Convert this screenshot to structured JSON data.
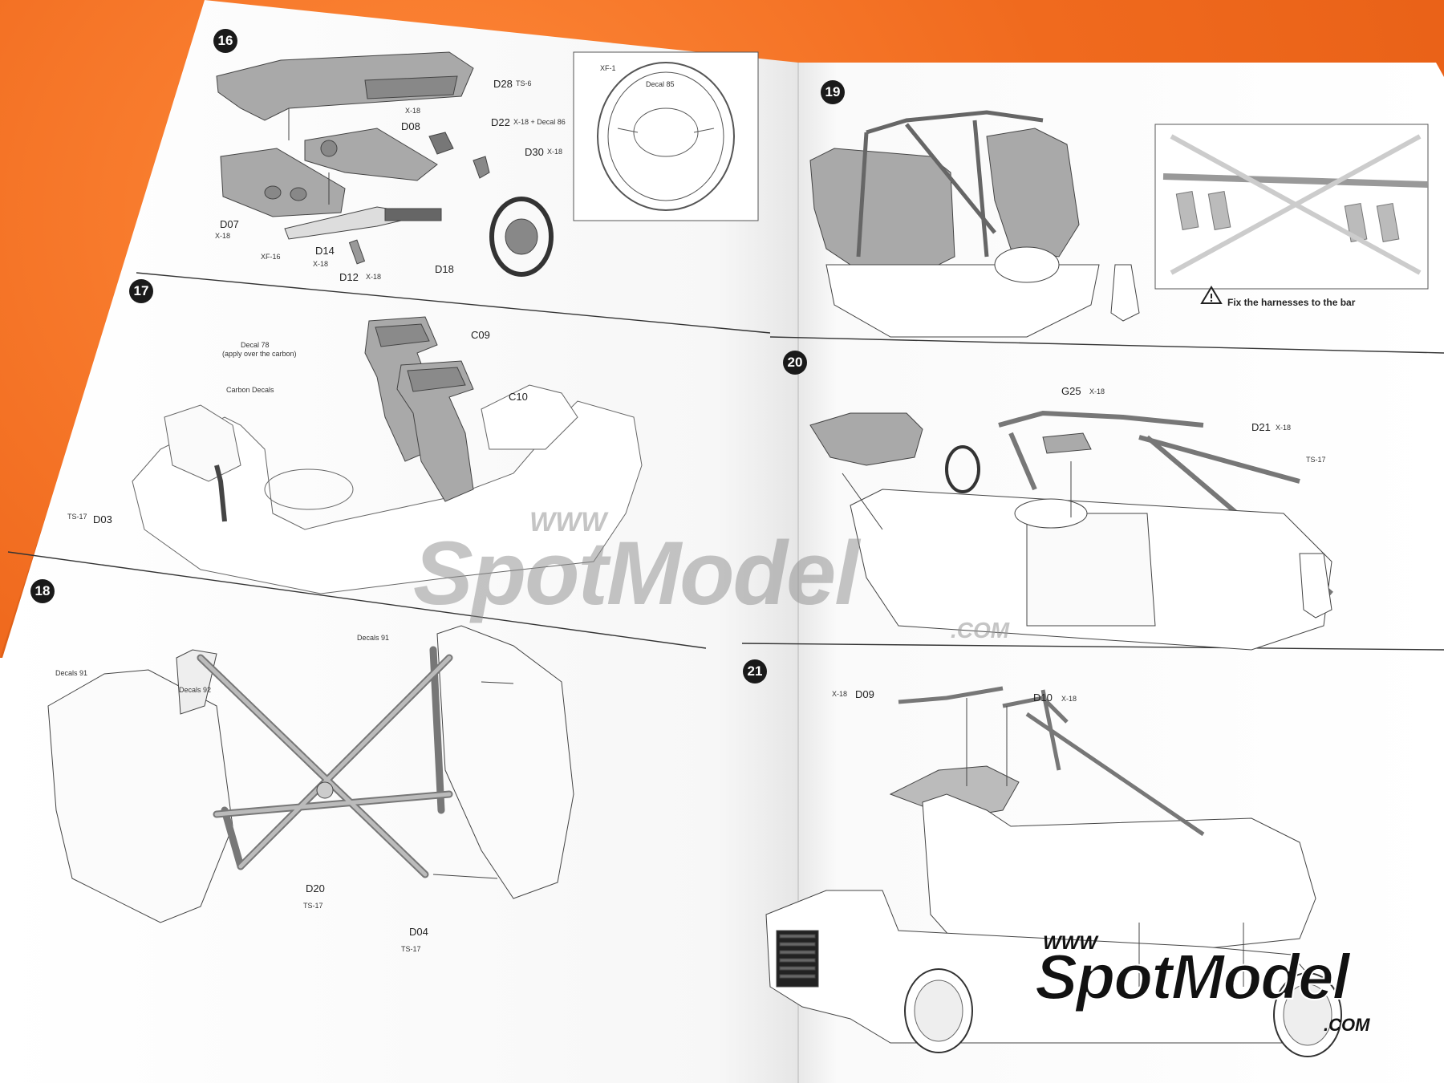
{
  "steps": {
    "s16": "16",
    "s17": "17",
    "s18": "18",
    "s19": "19",
    "s20": "20",
    "s21": "21"
  },
  "step16": {
    "parts": [
      "D28",
      "D08",
      "D22",
      "D30",
      "D07",
      "D14",
      "D12",
      "D18"
    ],
    "paints": [
      "TS-6",
      "X-18",
      "X-18 + Decal 86",
      "X-18",
      "X-18",
      "XF-16",
      "X-18",
      "X-18"
    ],
    "inset_paint": "XF-1",
    "inset_decal": "Decal 85"
  },
  "step17": {
    "parts": [
      "C09",
      "C10",
      "D03"
    ],
    "notes": [
      "Decal 78",
      "(apply over the carbon)",
      "Carbon Decals"
    ],
    "paint": "TS-17"
  },
  "step18": {
    "parts": [
      "D20",
      "D04"
    ],
    "notes": [
      "Decals 91",
      "Decals 92",
      "Decals 91"
    ],
    "paints": [
      "TS-17",
      "TS-17"
    ]
  },
  "step19": {
    "warning": "Fix the harnesses to the bar"
  },
  "step20": {
    "parts": [
      "G25",
      "D21"
    ],
    "paints": [
      "X-18",
      "X-18",
      "TS-17"
    ]
  },
  "step21": {
    "parts": [
      "D09",
      "D10"
    ],
    "paints": [
      "X-18",
      "X-18"
    ]
  },
  "watermark": {
    "www": "WWW",
    "brand": "SpotModel",
    "dotcom": ".COM"
  },
  "logo": {
    "www": "WWW",
    "brand": "SpotModel",
    "dotcom": ".COM"
  },
  "colors": {
    "background": "#f06a1e",
    "paper": "#ffffff",
    "line": "#555555",
    "part_fill": "#a9a9a9"
  }
}
